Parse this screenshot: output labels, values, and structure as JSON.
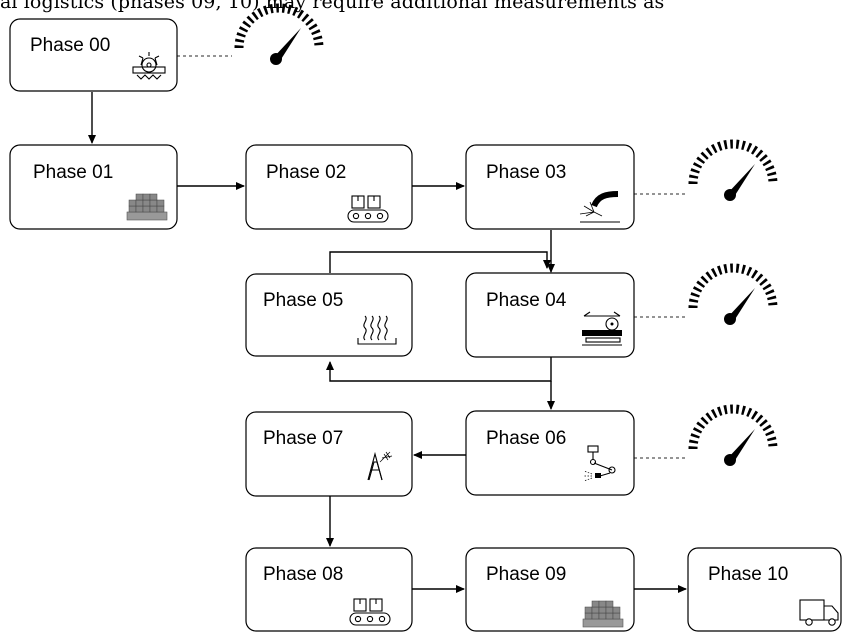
{
  "caption": "al logistics (phases 09, 10) may require additional measurements as",
  "phases": {
    "p00": "Phase 00",
    "p01": "Phase 01",
    "p02": "Phase 02",
    "p03": "Phase 03",
    "p04": "Phase 04",
    "p05": "Phase 05",
    "p06": "Phase 06",
    "p07": "Phase 07",
    "p08": "Phase 08",
    "p09": "Phase 09",
    "p10": "Phase 10"
  },
  "icons": {
    "p00": "saw-blade-icon",
    "p01": "pallet-stack-icon",
    "p02": "conveyor-icon",
    "p03": "welding-torch-icon",
    "p04": "rolling-machine-icon",
    "p05": "heat-treatment-icon",
    "p06": "spray-robot-icon",
    "p07": "laser-marking-icon",
    "p08": "conveyor-icon",
    "p09": "pallet-stack-icon",
    "p10": "delivery-truck-icon",
    "gauge": "gauge-icon"
  },
  "measured_phases": [
    "p00",
    "p03",
    "p04",
    "p06"
  ]
}
